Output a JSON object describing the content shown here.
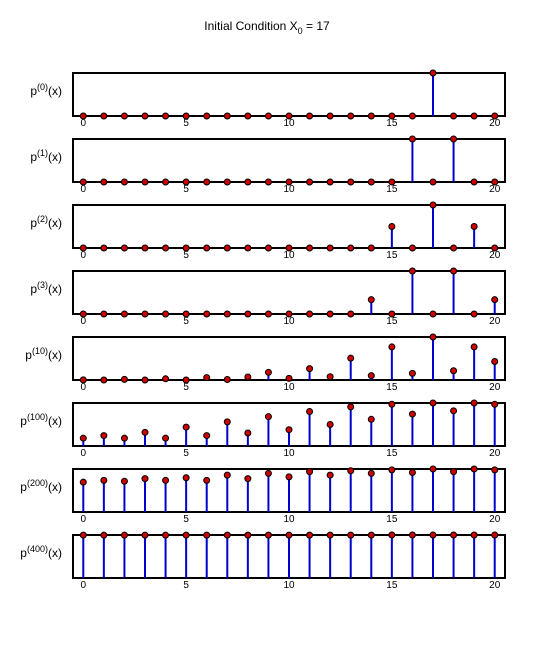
{
  "title": {
    "prefix": "Initial Condition X",
    "subscript": "0",
    "suffix": " = 17"
  },
  "chart_data": {
    "type": "stem",
    "x": [
      0,
      1,
      2,
      3,
      4,
      5,
      6,
      7,
      8,
      9,
      10,
      11,
      12,
      13,
      14,
      15,
      16,
      17,
      18,
      19,
      20
    ],
    "xlim": [
      -0.5,
      20.5
    ],
    "xticks": [
      0,
      5,
      10,
      15,
      20
    ],
    "grid": false,
    "colors": {
      "stem": "#0000cc",
      "marker": "#cc0000",
      "marker_edge": "#000000",
      "axes": "#000000"
    },
    "panels": [
      {
        "label_base": "p",
        "label_sup": "(0)",
        "label_tail": "(x)",
        "values": [
          0,
          0,
          0,
          0,
          0,
          0,
          0,
          0,
          0,
          0,
          0,
          0,
          0,
          0,
          0,
          0,
          0,
          1,
          0,
          0,
          0
        ]
      },
      {
        "label_base": "p",
        "label_sup": "(1)",
        "label_tail": "(x)",
        "values": [
          0,
          0,
          0,
          0,
          0,
          0,
          0,
          0,
          0,
          0,
          0,
          0,
          0,
          0,
          0,
          0,
          0.5,
          0,
          0.5,
          0,
          0
        ]
      },
      {
        "label_base": "p",
        "label_sup": "(2)",
        "label_tail": "(x)",
        "values": [
          0,
          0,
          0,
          0,
          0,
          0,
          0,
          0,
          0,
          0,
          0,
          0,
          0,
          0,
          0,
          0.25,
          0,
          0.5,
          0,
          0.25,
          0
        ]
      },
      {
        "label_base": "p",
        "label_sup": "(3)",
        "label_tail": "(x)",
        "values": [
          0,
          0,
          0,
          0,
          0,
          0,
          0,
          0,
          0,
          0,
          0,
          0,
          0,
          0,
          0.125,
          0,
          0.375,
          0,
          0.375,
          0,
          0.125
        ]
      },
      {
        "label_base": "p",
        "label_sup": "(10)",
        "label_tail": "(x)",
        "values": [
          0.001,
          0,
          0.005,
          0,
          0.009,
          0,
          0.018,
          0.004,
          0.023,
          0.058,
          0.012,
          0.086,
          0.025,
          0.165,
          0.033,
          0.25,
          0.05,
          0.325,
          0.07,
          0.25,
          0.14
        ]
      },
      {
        "label_base": "p",
        "label_sup": "(100)",
        "label_tail": "(x)",
        "values": [
          0.012,
          0.016,
          0.012,
          0.021,
          0.012,
          0.029,
          0.016,
          0.037,
          0.02,
          0.045,
          0.025,
          0.053,
          0.033,
          0.06,
          0.041,
          0.064,
          0.049,
          0.066,
          0.054,
          0.066,
          0.064
        ]
      },
      {
        "label_base": "p",
        "label_sup": "(200)",
        "label_tail": "(x)",
        "values": [
          0.034,
          0.036,
          0.035,
          0.038,
          0.036,
          0.039,
          0.036,
          0.042,
          0.038,
          0.044,
          0.04,
          0.046,
          0.042,
          0.047,
          0.044,
          0.048,
          0.045,
          0.049,
          0.046,
          0.049,
          0.048
        ]
      },
      {
        "label_base": "p",
        "label_sup": "(400)",
        "label_tail": "(x)",
        "values": [
          0.0476,
          0.0475,
          0.0475,
          0.0476,
          0.0475,
          0.0476,
          0.0476,
          0.0476,
          0.0476,
          0.0476,
          0.0476,
          0.0476,
          0.0476,
          0.0476,
          0.0476,
          0.0477,
          0.0477,
          0.0477,
          0.0477,
          0.0477,
          0.0477
        ]
      }
    ]
  }
}
